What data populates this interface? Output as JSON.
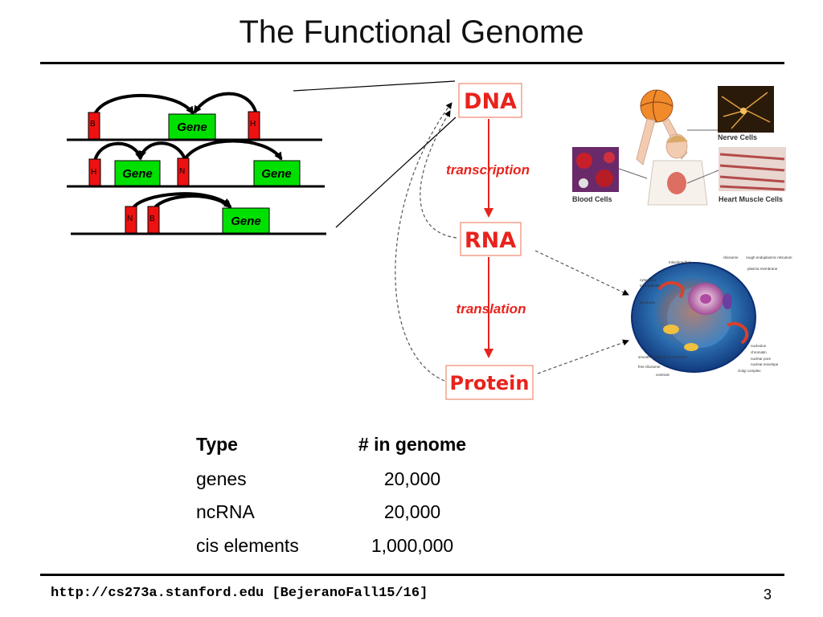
{
  "slide": {
    "title": "The Functional Genome",
    "footer_url": "http://cs273a.stanford.edu [BejeranoFall15/16]",
    "page_number": "3"
  },
  "regulation_diagram": {
    "row1": {
      "elements": [
        "B",
        "H"
      ],
      "gene": "Gene"
    },
    "row2": {
      "elements": [
        "H",
        "N"
      ],
      "genes": [
        "Gene",
        "Gene"
      ]
    },
    "row3": {
      "elements": [
        "N",
        "B"
      ],
      "gene": "Gene"
    }
  },
  "central_dogma": {
    "dna": "DNA",
    "transcription": "transcription",
    "rna": "RNA",
    "translation": "translation",
    "protein": "Protein"
  },
  "illustrations": {
    "body_labels": {
      "nerve": "Nerve Cells",
      "blood": "Blood Cells",
      "heart": "Heart Muscle Cells"
    },
    "cell_labels": [
      "mitochondrion",
      "ribosome",
      "rough endoplasmic reticulum",
      "plasma membrane",
      "cytoplasm",
      "microtubules",
      "lysosome",
      "nucleolus",
      "chromatin",
      "nuclear pore",
      "nuclear envelope",
      "smooth endoplasmic reticulum",
      "free ribosome",
      "Golgi complex",
      "centriole"
    ]
  },
  "genome_table": {
    "headers": [
      "Type",
      "# in genome"
    ],
    "rows": [
      {
        "type": "genes",
        "count": "20,000"
      },
      {
        "type": "ncRNA",
        "count": "20,000"
      },
      {
        "type": "cis elements",
        "count": "1,000,000"
      }
    ]
  },
  "colors": {
    "gene_green": "#00e000",
    "element_red": "#ee1111",
    "dogma_red": "#e8231c",
    "box_border": "#f2a08a"
  }
}
